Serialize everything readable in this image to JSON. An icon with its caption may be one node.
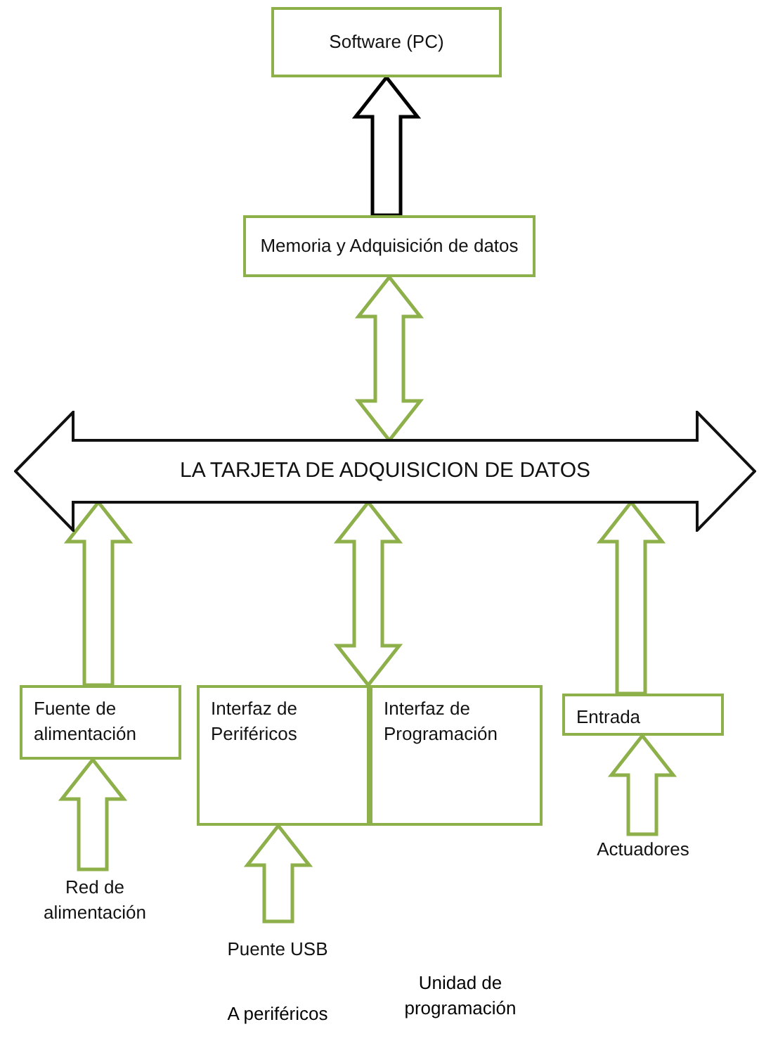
{
  "diagram": {
    "nodes": [
      {
        "text": [
          "Software (PC)"
        ]
      },
      {
        "text": [
          "Memoria y Adquisición de datos"
        ]
      },
      {
        "text": [
          "LA TARJETA DE ADQUISICION DE DATOS"
        ]
      },
      {
        "text": [
          "Fuente de alimentación"
        ]
      },
      {
        "text": [
          "Interfaz de Periféricos"
        ]
      },
      {
        "text": [
          "Interfaz de Programación"
        ]
      },
      {
        "text": [
          "Entrada"
        ]
      },
      {
        "text": [
          "Red de alimentación"
        ]
      },
      {
        "text": [
          "Puente USB"
        ]
      },
      {
        "text": [
          "Actuadores"
        ]
      }
    ],
    "edges": [
      {
        "from": 1,
        "to": 0,
        "arrow": "to",
        "color": "#000000"
      },
      {
        "from": 2,
        "to": 1,
        "arrow": "both"
      },
      {
        "from": 3,
        "to": 2,
        "arrow": "to"
      },
      {
        "from": 2,
        "to": 4,
        "arrow": "both"
      },
      {
        "from": 6,
        "to": 2,
        "arrow": "to"
      },
      {
        "from": 7,
        "to": 3,
        "arrow": "to"
      },
      {
        "from": 8,
        "to": 4,
        "arrow": "to"
      },
      {
        "from": 9,
        "to": 6,
        "arrow": "to"
      }
    ],
    "labels": [
      "A periféricos",
      "Unidad de programación"
    ]
  }
}
